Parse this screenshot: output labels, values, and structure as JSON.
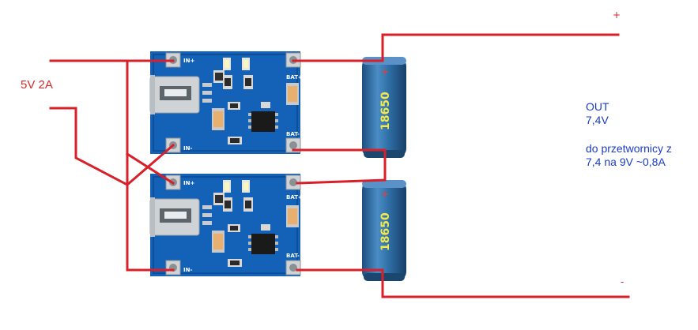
{
  "input_label": "5V 2A",
  "output": {
    "title": "OUT",
    "voltage": "7,4V",
    "note_line1": "do przetwornicy z",
    "note_line2": "7,4 na  9V  ~0,8A"
  },
  "terminals": {
    "plus": "+",
    "minus": "-"
  },
  "boards": [
    {
      "in_plus": "IN+",
      "in_minus": "IN-",
      "bat_plus": "BAT+",
      "bat_minus": "BAT-"
    },
    {
      "in_plus": "IN+",
      "in_minus": "IN-",
      "bat_plus": "BAT+",
      "bat_minus": "BAT-"
    }
  ],
  "batteries": [
    {
      "model": "18650"
    },
    {
      "model": "18650"
    }
  ],
  "colors": {
    "wire": "#d8202a",
    "board": "#1462b8",
    "battery": "#2c6fa8",
    "text_red": "#d42a2a",
    "text_blue": "#1a3cc8"
  }
}
